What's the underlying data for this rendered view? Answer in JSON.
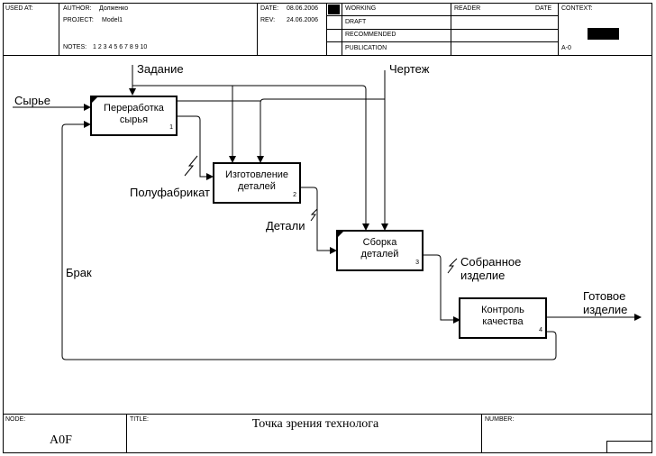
{
  "header": {
    "used_at": "USED AT:",
    "author_label": "AUTHOR:",
    "author": "Долженко",
    "project_label": "PROJECT:",
    "project": "Model1",
    "date_label": "DATE:",
    "date": "08.06.2006",
    "rev_label": "REV:",
    "rev": "24.06.2006",
    "notes_label": "NOTES:",
    "notes": "1 2 3 4 5 6 7 8 9 10",
    "status": [
      "WORKING",
      "DRAFT",
      "RECOMMENDED",
      "PUBLICATION"
    ],
    "reader": "READER",
    "reader_date": "DATE",
    "context": "CONTEXT:",
    "context_node": "A-0"
  },
  "boxes": [
    {
      "label": "Переработка\nсырья",
      "number": "1"
    },
    {
      "label": "Изготовление\nдеталей",
      "number": "2"
    },
    {
      "label": "Сборка\nдеталей",
      "number": "3"
    },
    {
      "label": "Контроль\nкачества",
      "number": "4"
    }
  ],
  "arrows": {
    "input_raw": "Сырье",
    "control_task": "Задание",
    "control_drawing": "Чертеж",
    "semi_product": "Полуфабрикат",
    "parts": "Детали",
    "assembled": "Собранное\nизделие",
    "reject": "Брак",
    "output": "Готовое\nизделие"
  },
  "footer": {
    "node_label": "NODE:",
    "node": "A0F",
    "title_label": "TITLE:",
    "title": "Точка зрения технолога",
    "number_label": "NUMBER:"
  }
}
